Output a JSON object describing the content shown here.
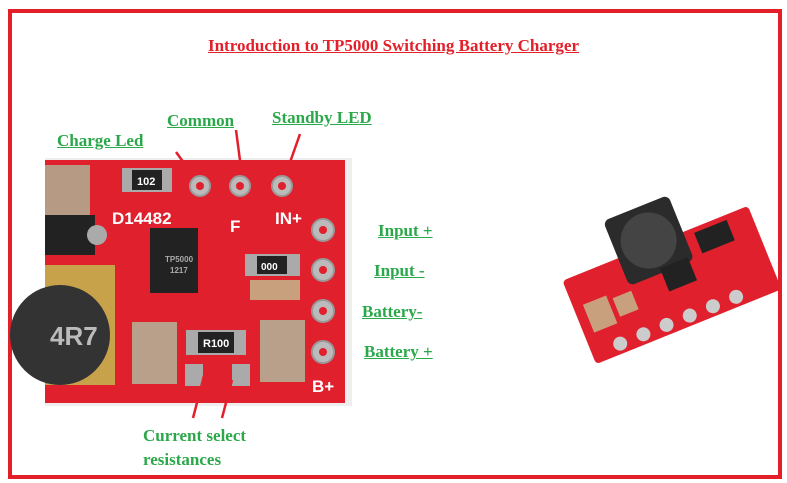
{
  "title": "Introduction to TP5000 Switching Battery Charger",
  "labels": {
    "charge_led": "Charge Led",
    "common": "Common",
    "standby_led": "Standby LED",
    "input_plus": "Input +",
    "input_minus": "Input -",
    "battery_minus": "Battery-",
    "battery_plus": "Battery +",
    "current_select_1": "Current select",
    "current_select_2": "resistances"
  },
  "photo_text": {
    "r1": "102",
    "chip": "TP5000",
    "chip_code": "1217",
    "r2": "000",
    "rsense": "R100",
    "inductor": "4R7",
    "board_id": "D14482",
    "in_plus": "IN+",
    "b_plus": "B+",
    "f": "F"
  },
  "colors": {
    "frame": "#e3202a",
    "label": "#2ba84a",
    "pcb": "#e0202c"
  }
}
